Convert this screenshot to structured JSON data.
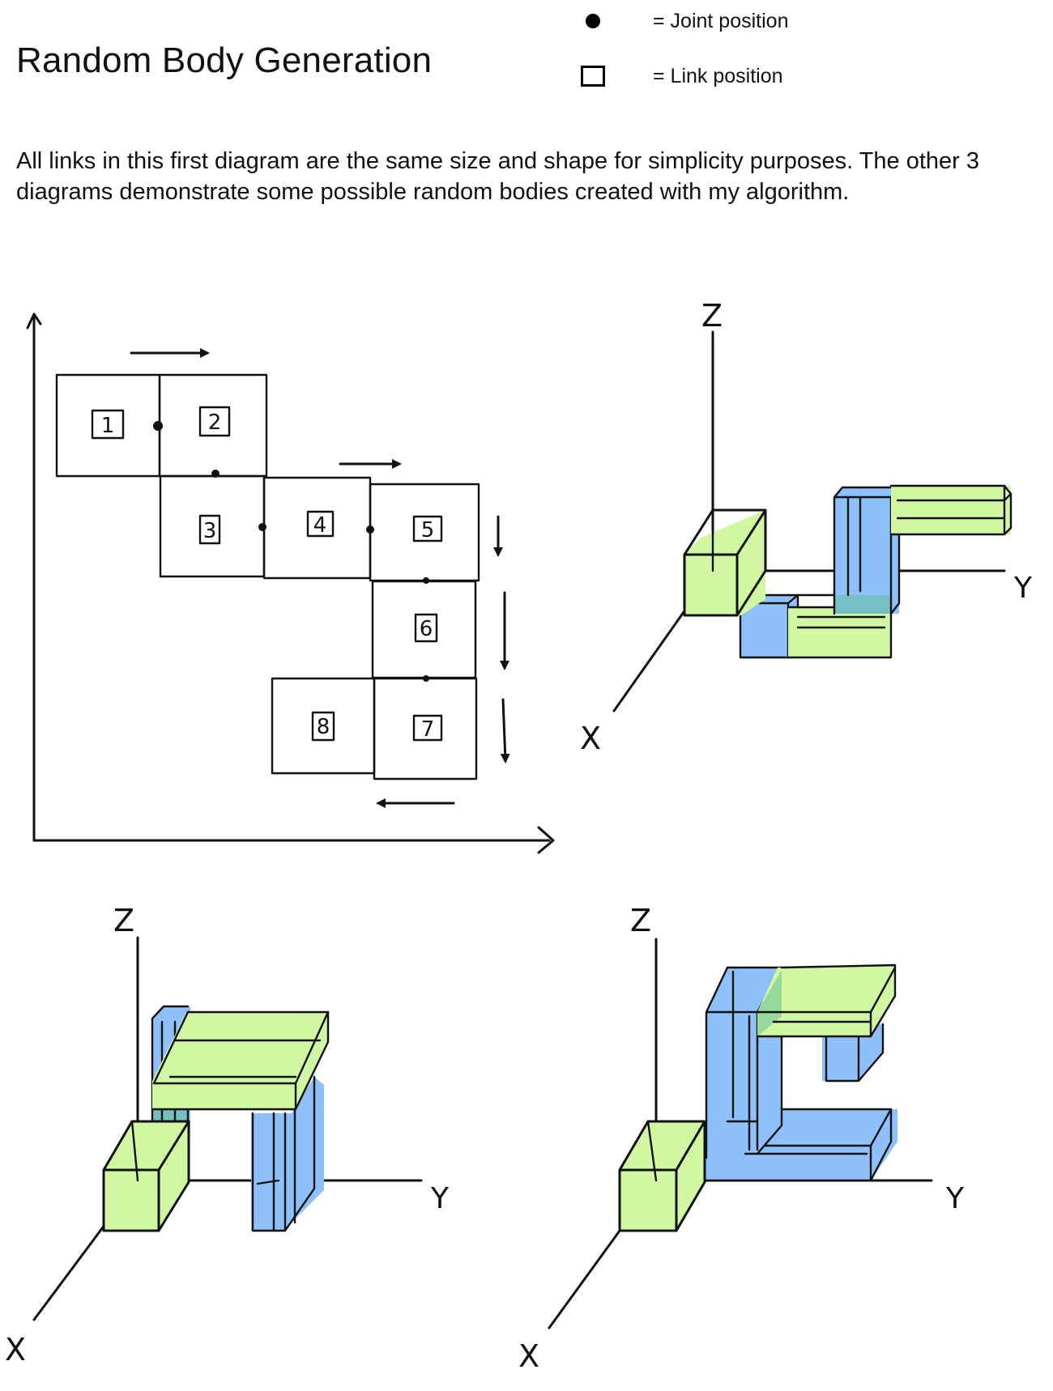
{
  "header": {
    "title": "Random Body Generation",
    "description": "All links in this first diagram are the same size and shape for simplicity purposes. The other 3 diagrams demonstrate some possible random bodies created with my algorithm."
  },
  "legend": {
    "joint_label": "= Joint position",
    "link_label": "= Link position"
  },
  "diagram_2d": {
    "cells": [
      "1",
      "2",
      "3",
      "4",
      "5",
      "6",
      "7",
      "8"
    ]
  },
  "axis_labels": {
    "z": "Z",
    "y": "Y",
    "x": "X"
  },
  "colors": {
    "green": "#d2f7a2",
    "blue": "#8ec1fb",
    "ink": "#111111"
  }
}
